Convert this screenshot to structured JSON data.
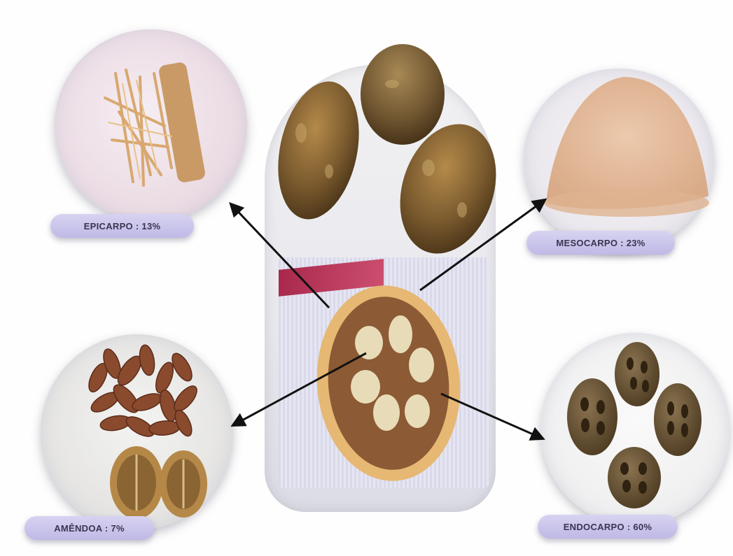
{
  "labels": {
    "epicarpo": "EPICARPO : 13%",
    "mesocarpo": "MESOCARPO : 23%",
    "amendoa": "AMÊNDOA : 7%",
    "endocarpo": "ENDOCARPO : 60%"
  },
  "icons": {
    "whole_fruits": "whole-fruits-photo",
    "cross_section": "fruit-cross-section-photo",
    "fibers": "epicarp-fiber-photo",
    "powder": "mesocarp-powder-photo",
    "almonds": "almonds-photo",
    "endocarp_pieces": "endocarp-pieces-photo"
  },
  "colors": {
    "pill": "#c9c4ec",
    "pill_text": "#3a3550",
    "arrow": "#111111",
    "fruit_brown": "#7a5a2e",
    "pulp": "#e6b873",
    "powder": "#e7c3a6"
  }
}
